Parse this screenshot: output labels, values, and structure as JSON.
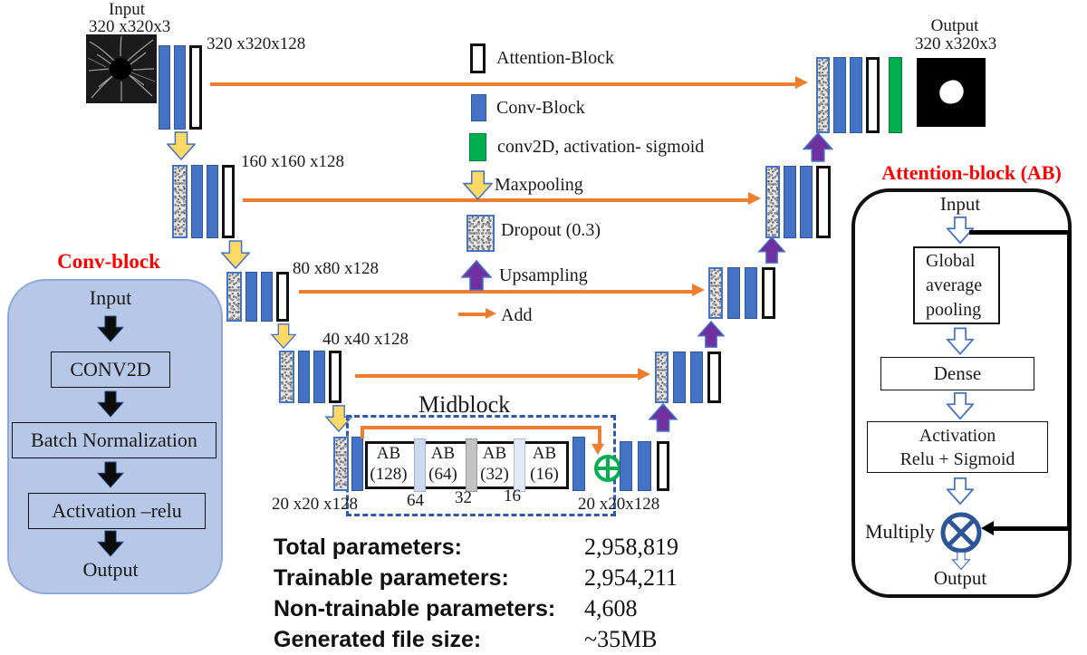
{
  "figure": {
    "input": {
      "label": "Input",
      "size": "320 x320x3"
    },
    "output": {
      "label": "Output",
      "size": "320 x320x3"
    },
    "dims": {
      "d320": "320 x320x128",
      "d160": "160 x160 x128",
      "d80": "80 x80 x128",
      "d40": "40 x40 x128",
      "mid_left": "20 x20 x128",
      "mid_right": "20 x20x128"
    },
    "legend": {
      "attention": "Attention-Block",
      "conv": "Conv-Block",
      "conv2d": "conv2D, activation- sigmoid",
      "maxpool": "Maxpooling",
      "dropout": "Dropout (0.3)",
      "upsample": "Upsampling",
      "add": "Add"
    },
    "conv_block": {
      "title": "Conv-block",
      "input": "Input",
      "step1": "CONV2D",
      "step2": "Batch Normalization",
      "step3": "Activation –relu",
      "output": "Output"
    },
    "midblock": {
      "title": "Midblock",
      "ab1_l1": "AB",
      "ab1_l2": "(128)",
      "ab2_l1": "AB",
      "ab2_l2": "(64)",
      "ab3_l1": "AB",
      "ab3_l2": "(32)",
      "ab4_l1": "AB",
      "ab4_l2": "(16)",
      "s64": "64",
      "s32": "32",
      "s16": "16"
    },
    "attention_block": {
      "title": "Attention-block (AB)",
      "input": "Input",
      "gap": "Global average pooling",
      "dense": "Dense",
      "act1": "Activation",
      "act2": "Relu + Sigmoid",
      "multiply": "Multiply",
      "output": "Output"
    },
    "parameters": {
      "rows": [
        {
          "label": "Total parameters:",
          "value": "2,958,819"
        },
        {
          "label": "Trainable parameters:",
          "value": "2,954,211"
        },
        {
          "label": "Non-trainable parameters:",
          "value": "4,608"
        },
        {
          "label": "Generated file size:",
          "value": "~35MB"
        }
      ]
    },
    "colors": {
      "conv_blue": "#4472c4",
      "sigmoid_green": "#00b050",
      "maxpool_yellow": "#ffd966",
      "upsample_purple": "#7030a0",
      "add_orange": "#ed7d31",
      "title_red": "#ff0000",
      "panel_blue": "#b7c7e8"
    }
  }
}
